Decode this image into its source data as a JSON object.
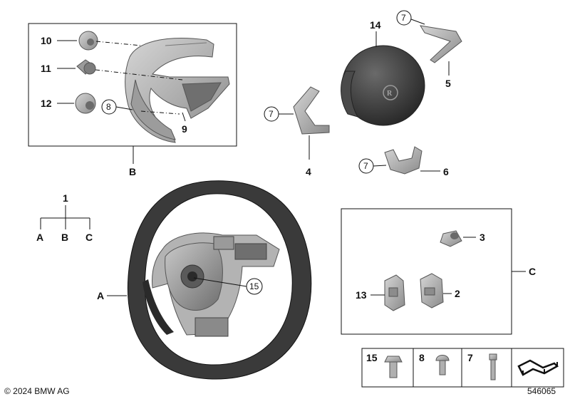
{
  "labels": {
    "l1": "1",
    "l2": "2",
    "l3": "3",
    "l4": "4",
    "l5": "5",
    "l6": "6",
    "l7a": "7",
    "l7b": "7",
    "l7c": "7",
    "l7d": "7",
    "l8": "8",
    "l8b": "8",
    "l9": "9",
    "l10": "10",
    "l11": "11",
    "l12": "12",
    "l13": "13",
    "l14": "14",
    "l15": "15",
    "l15b": "15",
    "a_wheel": "A",
    "a_tree": "A",
    "b_tree": "B",
    "c_tree": "C",
    "b_group": "B",
    "c_group": "C"
  },
  "footer": {
    "copyright": "© 2024 BMW AG",
    "diagram_no": "546065"
  },
  "colors": {
    "line": "#111111",
    "part_dark": "#3c3c3c",
    "part_mid": "#7a7a7a",
    "part_light": "#b9b9b9"
  }
}
